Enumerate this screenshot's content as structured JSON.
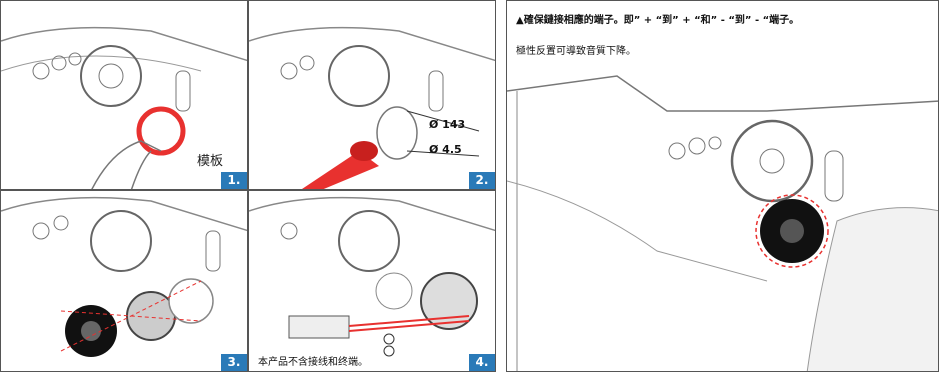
{
  "steps": [
    {
      "number": "1.",
      "label": "模板"
    },
    {
      "number": "2.",
      "dim_outer": "Ø 143",
      "dim_hole": "Ø 4.5"
    },
    {
      "number": "3."
    },
    {
      "number": "4.",
      "note": "本产品不含接线和终端。"
    }
  ],
  "warning": {
    "line1": "▲確保鏈接相應的端子。即” + “到” + “和” - “到” - “端子。",
    "line2": "極性反置可導致音質下降。"
  },
  "colors": {
    "accent": "#2a7ab8",
    "highlight": "#e8312f"
  }
}
